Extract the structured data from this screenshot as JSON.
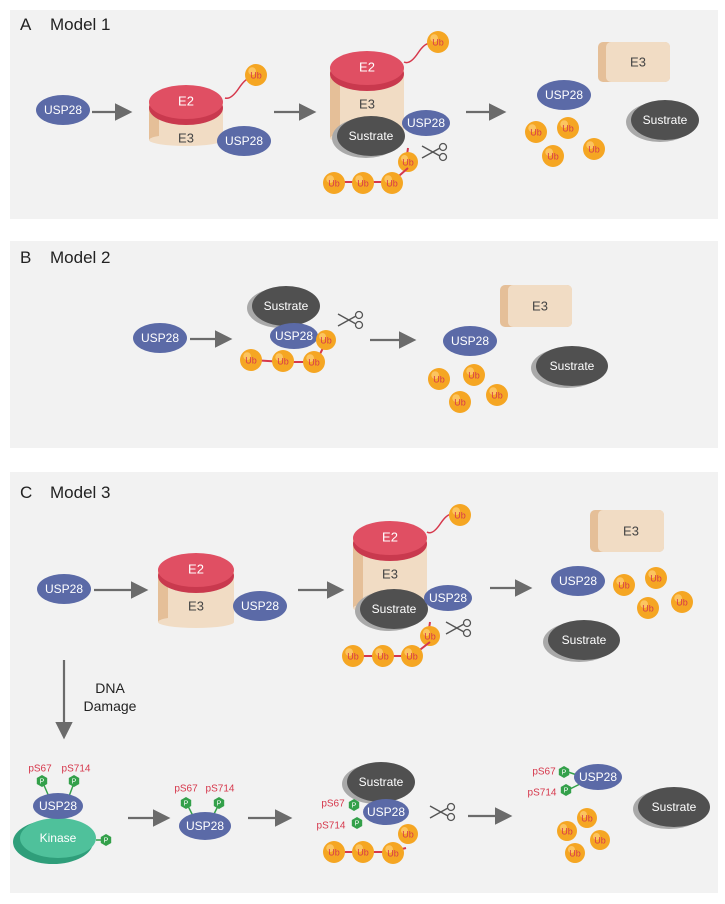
{
  "panels": [
    {
      "letter": "A",
      "title": "Model 1"
    },
    {
      "letter": "B",
      "title": "Model 2"
    },
    {
      "letter": "C",
      "title": "Model 3"
    }
  ],
  "labels": {
    "usp28": "USP28",
    "e2": "E2",
    "e3": "E3",
    "ub": "Ub",
    "substrate": "Sustrate",
    "kinase": "Kinase",
    "p": "P",
    "ps67": "pS67",
    "ps714": "pS714",
    "dna_damage_line1": "DNA",
    "dna_damage_line2": "Damage"
  },
  "colors": {
    "panel_bg": "#f2f2f2",
    "usp28": "#5b6aa7",
    "e2": "#e04f63",
    "e3": "#f1dcc4",
    "e3_side": "#e5bf98",
    "substrate": "#505050",
    "ub": "#f5a623",
    "kinase": "#4fc19b",
    "phospho": "#33a04a",
    "chain": "#d6384c",
    "arrow": "#6b6b6b",
    "ps_text": "#d6384c"
  }
}
